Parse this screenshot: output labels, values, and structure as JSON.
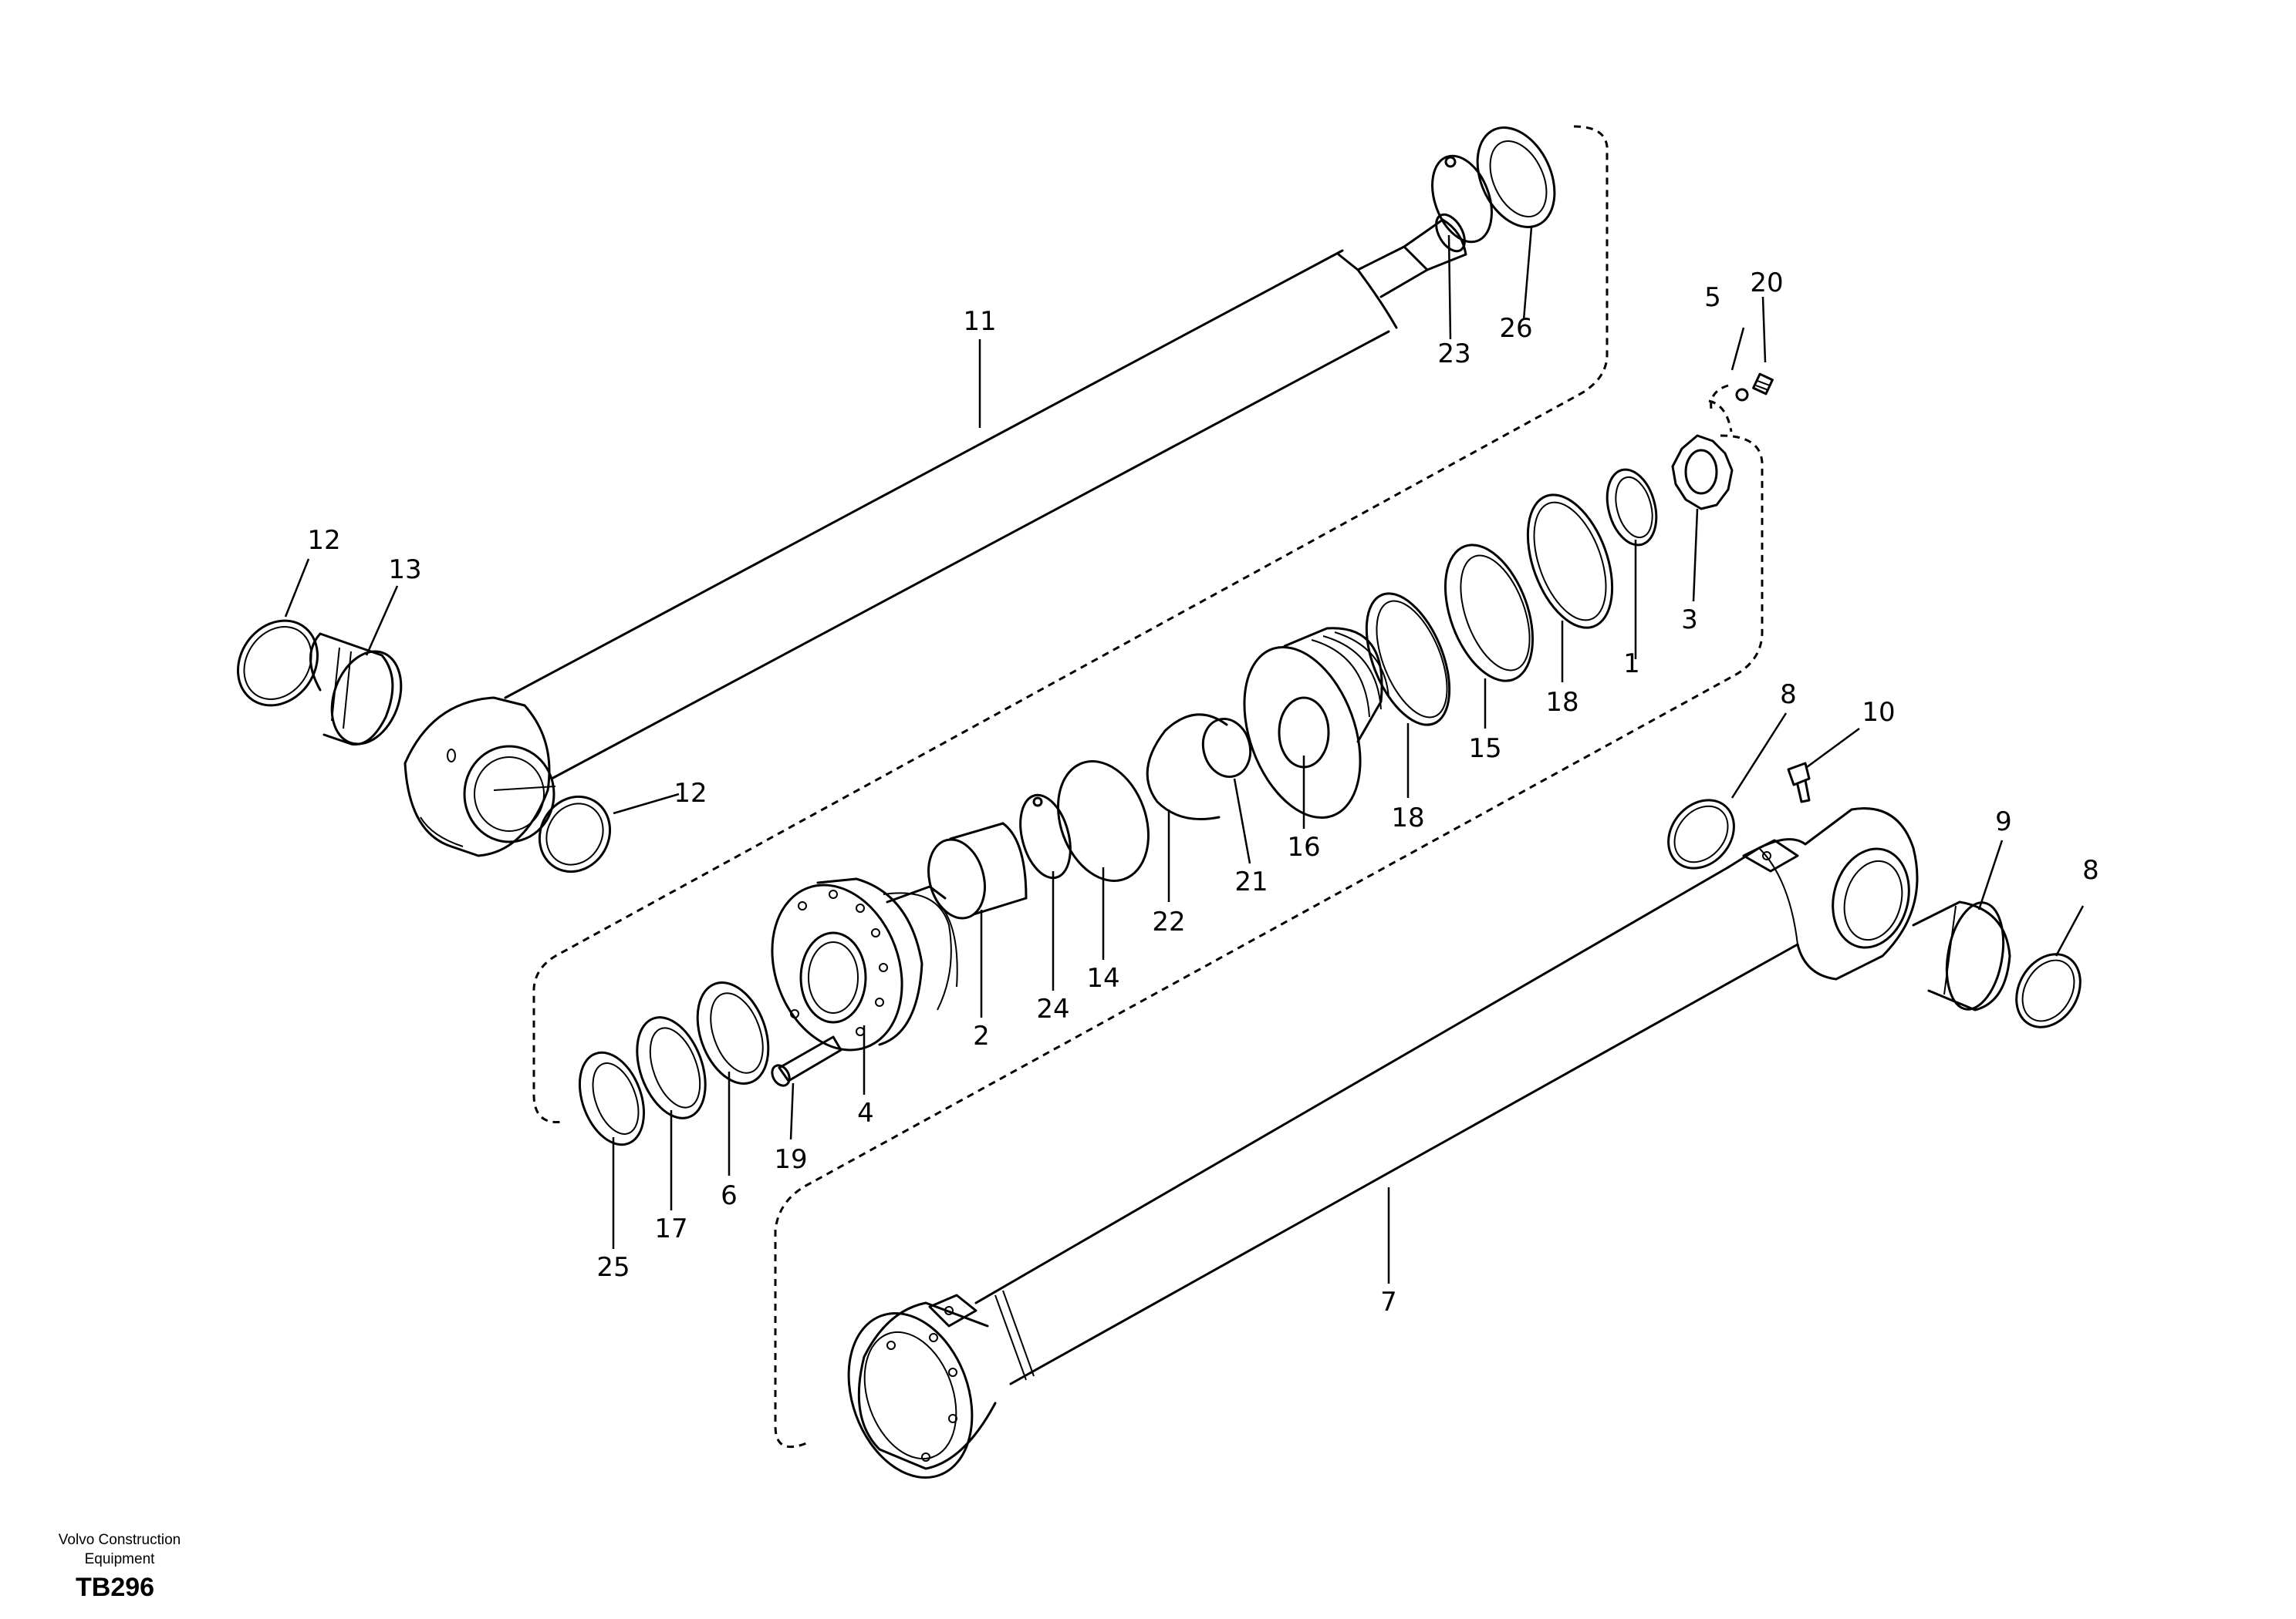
{
  "callouts": {
    "c1": "1",
    "c2": "2",
    "c3": "3",
    "c4": "4",
    "c5": "5",
    "c6": "6",
    "c7": "7",
    "c8a": "8",
    "c8b": "8",
    "c9": "9",
    "c10": "10",
    "c11": "11",
    "c12a": "12",
    "c12b": "12",
    "c13": "13",
    "c14": "14",
    "c15": "15",
    "c16": "16",
    "c17": "17",
    "c18a": "18",
    "c18b": "18",
    "c19": "19",
    "c20": "20",
    "c21": "21",
    "c22": "22",
    "c23": "23",
    "c24": "24",
    "c25": "25",
    "c26": "26"
  },
  "footer": {
    "company": "Volvo Construction Equipment",
    "drawing_code": "TB296"
  }
}
